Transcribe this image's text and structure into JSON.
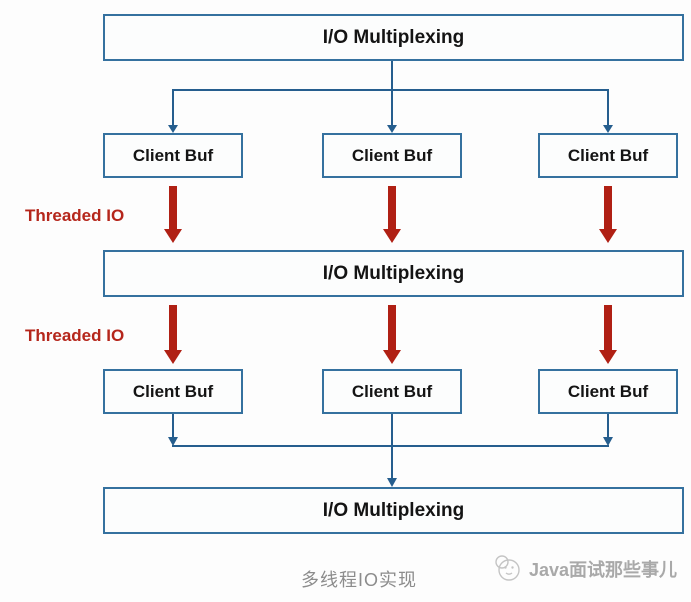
{
  "colors": {
    "background": "#fdfdfd",
    "box_border": "#35719f",
    "box_fill": "#fcfdfd",
    "line_blue": "#265e8e",
    "arrow_red": "#b02014",
    "red_text": "#b5261b",
    "text_black": "#141414",
    "caption_gray": "#8c8c8c",
    "watermark_gray": "#a5a5a5"
  },
  "boxes": {
    "top": "I/O Multiplexing",
    "middle": "I/O Multiplexing",
    "bottom": "I/O Multiplexing"
  },
  "client_rows": {
    "row1": [
      "Client Buf",
      "Client Buf",
      "Client Buf"
    ],
    "row2": [
      "Client Buf",
      "Client Buf",
      "Client Buf"
    ]
  },
  "labels": {
    "threaded_io_top": "Threaded IO",
    "threaded_io_bottom": "Threaded IO"
  },
  "footer": {
    "caption": "多线程IO实现",
    "watermark": "Java面试那些事儿"
  }
}
